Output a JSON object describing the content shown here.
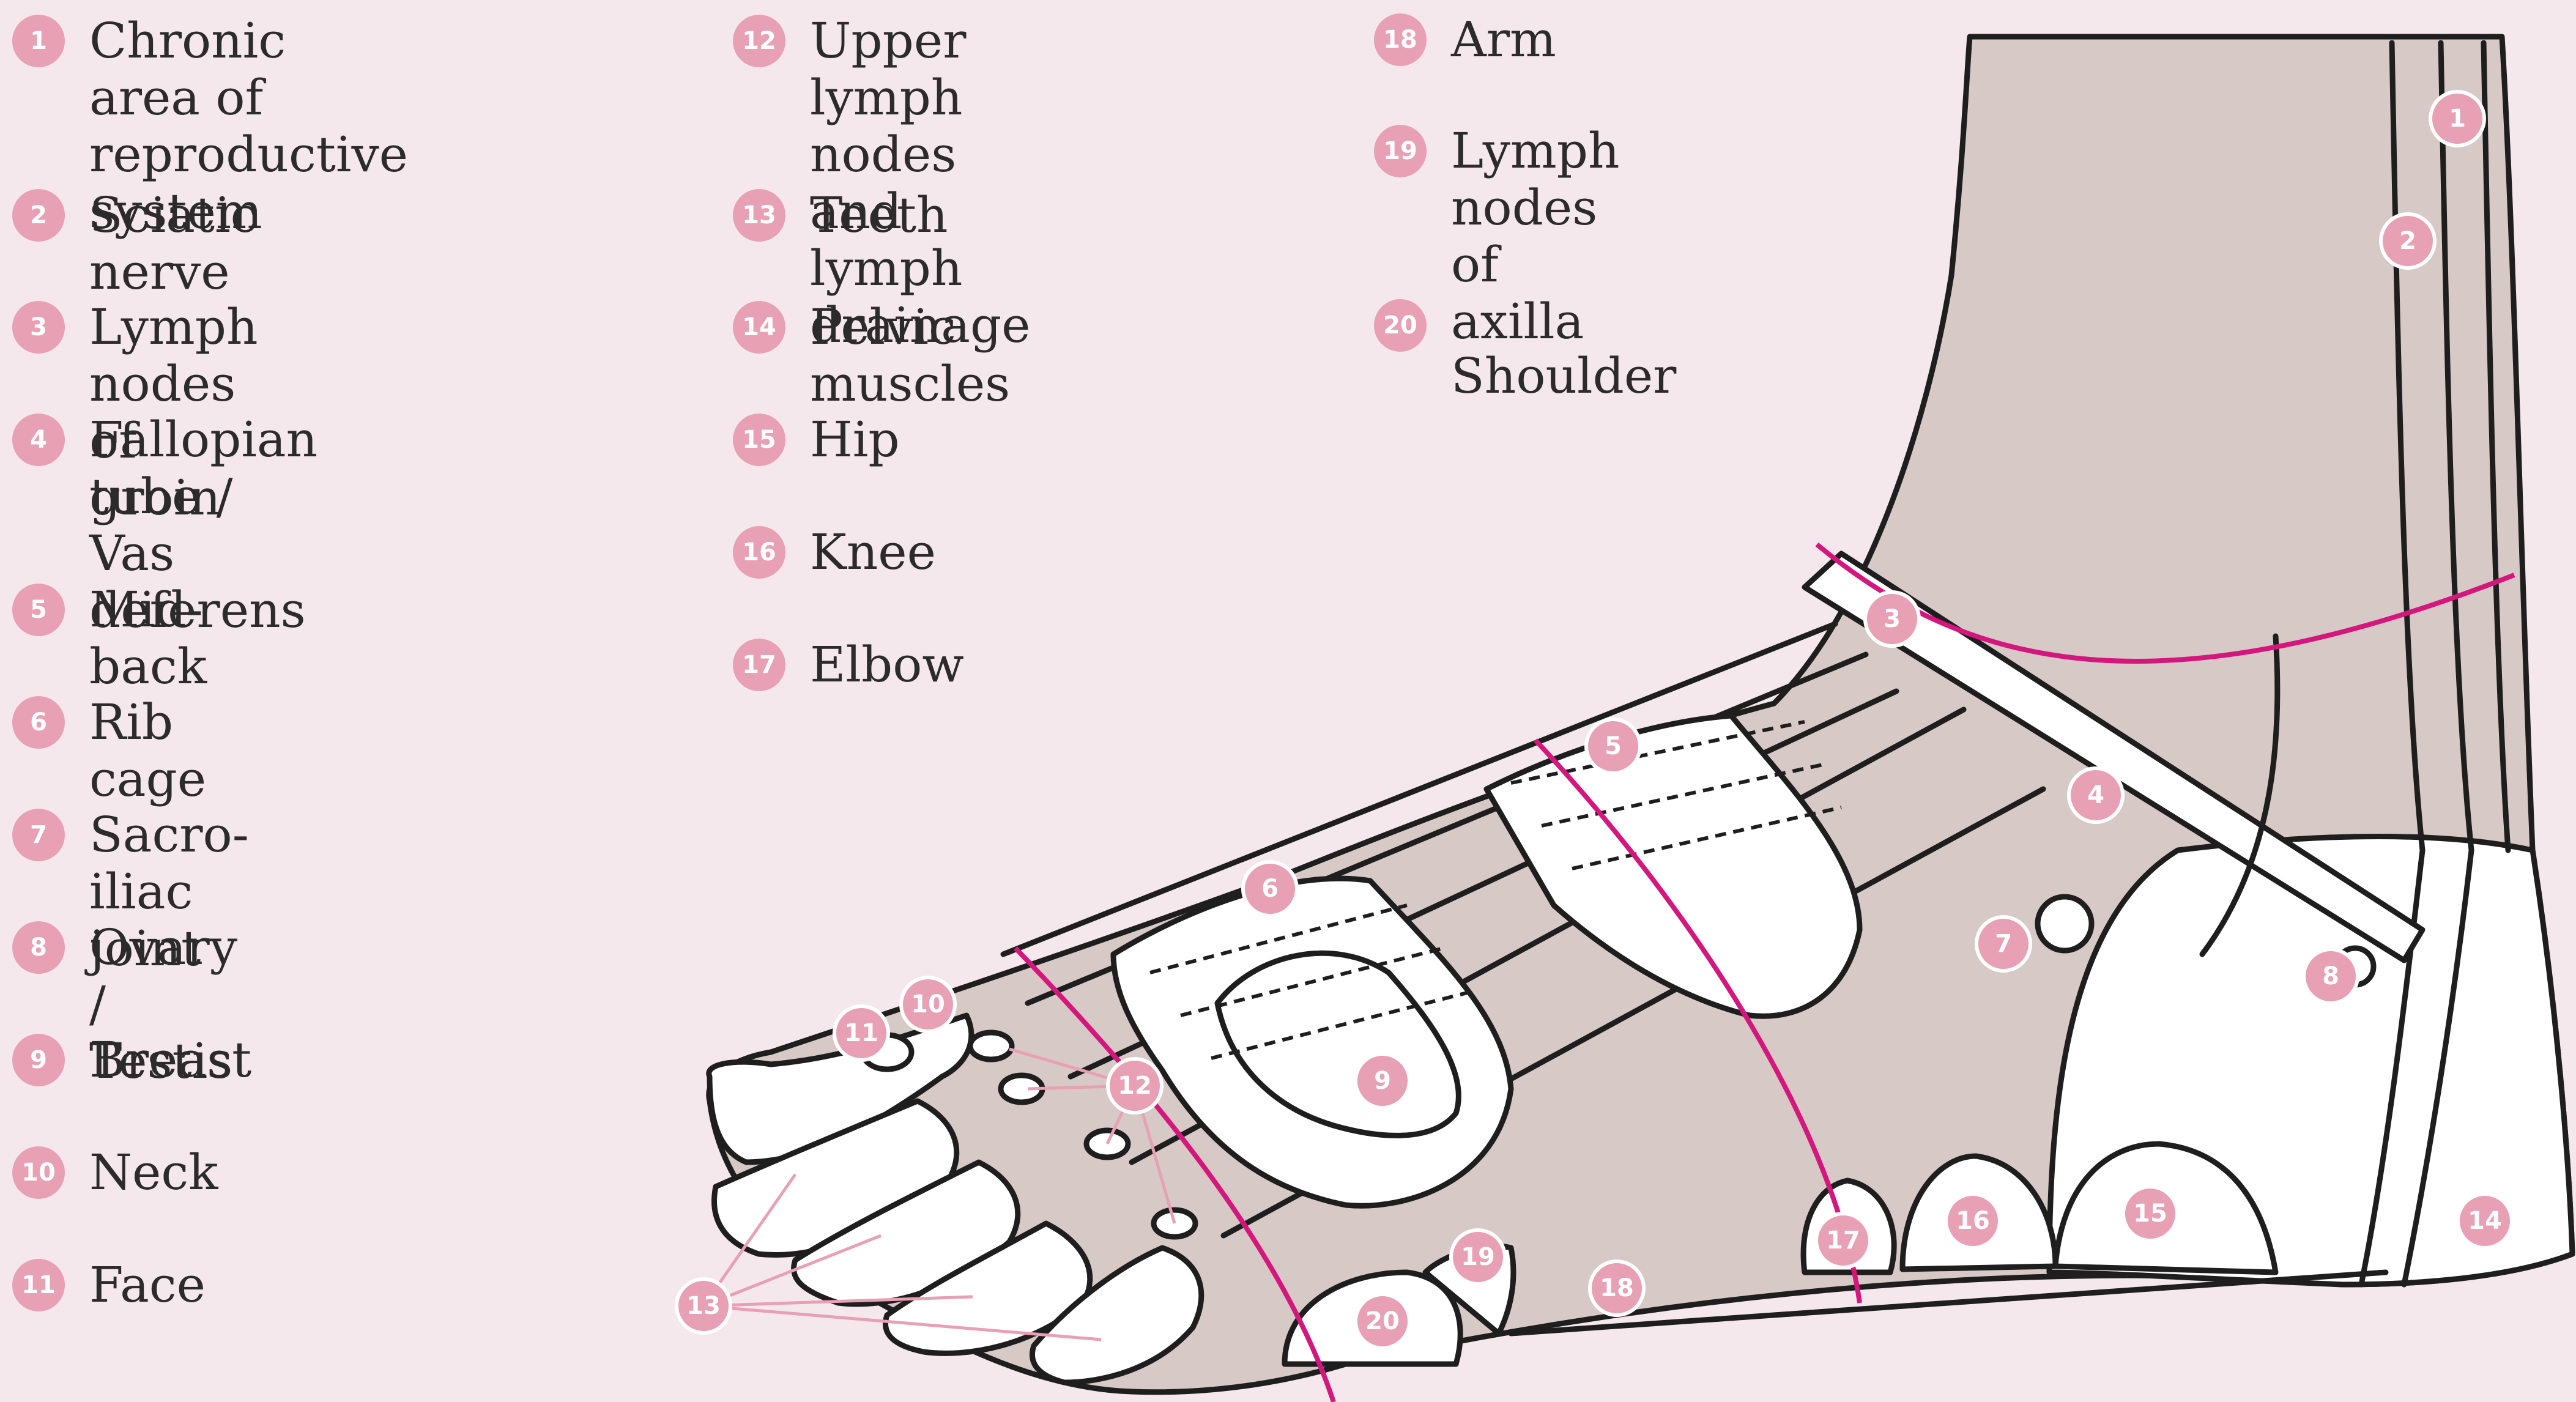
{
  "legend": {
    "items": [
      {
        "num": "1",
        "label": "Chronic area of\nreproductive system"
      },
      {
        "num": "2",
        "label": "Sciatic nerve"
      },
      {
        "num": "3",
        "label": "Lymph nodes of groin"
      },
      {
        "num": "4",
        "label": "Fallopian tube /\nVas deferens"
      },
      {
        "num": "5",
        "label": "Mid-back"
      },
      {
        "num": "6",
        "label": "Rib cage"
      },
      {
        "num": "7",
        "label": "Sacro-iliac joint"
      },
      {
        "num": "8",
        "label": "Ovary / Testis"
      },
      {
        "num": "9",
        "label": "Breast"
      },
      {
        "num": "10",
        "label": "Neck"
      },
      {
        "num": "11",
        "label": "Face"
      },
      {
        "num": "12",
        "label": "Upper lymph nodes\nand lymph drainage"
      },
      {
        "num": "13",
        "label": "Teeth"
      },
      {
        "num": "14",
        "label": "Pelvic muscles"
      },
      {
        "num": "15",
        "label": "Hip"
      },
      {
        "num": "16",
        "label": "Knee"
      },
      {
        "num": "17",
        "label": "Elbow"
      },
      {
        "num": "18",
        "label": "Arm"
      },
      {
        "num": "19",
        "label": "Lymph\nnodes of\naxilla"
      },
      {
        "num": "20",
        "label": ""
      },
      {
        "num": "",
        "label": "Shoulder"
      }
    ]
  },
  "colors": {
    "background": "#f5e8ed",
    "skin": "#d6c9c6",
    "outline": "#1e1e1e",
    "marker": "#e8a0b4",
    "reflex_line": "#d4177c"
  }
}
